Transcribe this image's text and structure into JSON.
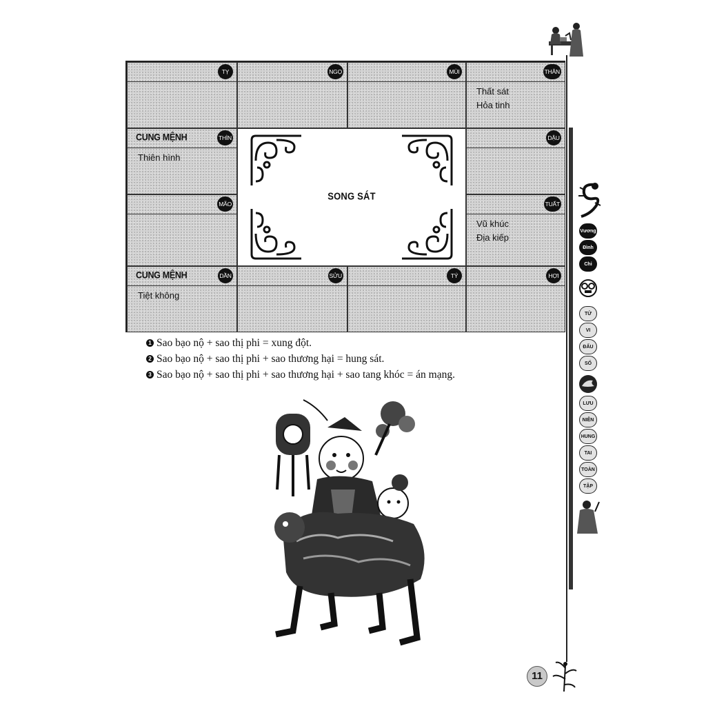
{
  "chart": {
    "center_title": "SONG SÁT",
    "palaces": [
      {
        "branch": "TỴ",
        "label": "",
        "stars": []
      },
      {
        "branch": "NGỌ",
        "label": "",
        "stars": []
      },
      {
        "branch": "MÙI",
        "label": "",
        "stars": []
      },
      {
        "branch": "THÂN",
        "label": "",
        "stars": [
          "Thất sát",
          "Hỏa tinh"
        ]
      },
      {
        "branch": "THÌN",
        "label": "CUNG MỆNH",
        "stars": [
          "Thiên hình"
        ]
      },
      {
        "branch": "DẬU",
        "label": "",
        "stars": []
      },
      {
        "branch": "MÃO",
        "label": "",
        "stars": []
      },
      {
        "branch": "TUẤT",
        "label": "",
        "stars": [
          "Vũ khúc",
          "Địa kiếp"
        ]
      },
      {
        "branch": "DẦN",
        "label": "CUNG MỆNH",
        "stars": [
          "Tiệt không"
        ]
      },
      {
        "branch": "SỬU",
        "label": "",
        "stars": []
      },
      {
        "branch": "TÝ",
        "label": "",
        "stars": []
      },
      {
        "branch": "HỢI",
        "label": "",
        "stars": []
      }
    ]
  },
  "notes": [
    {
      "number": "1",
      "text": "Sao bạo nộ + sao thị phi = xung đột."
    },
    {
      "number": "2",
      "text": "Sao bạo nộ + sao thị phi + sao thương hại = hung sát."
    },
    {
      "number": "3",
      "text": "Sao bạo nộ + sao thị phi + sao thương hại + sao tang khóc = án mạng."
    }
  ],
  "sidebar": {
    "group1": [
      "Vương",
      "Đình",
      "Chi"
    ],
    "group2": [
      "TỬ",
      "VI",
      "ĐẨU",
      "SỐ"
    ],
    "group3": [
      "LƯU",
      "NIÊN",
      "HUNG",
      "TAI",
      "TOÀN",
      "TẬP"
    ]
  },
  "page_number": "11",
  "icons": {
    "corner_ornament": "cloud-scroll-icon",
    "top_margin_art": "scholars-at-table-illustration",
    "bottom_illustration": "child-riding-qilin-woodblock",
    "side_dragon": "dragon-icon",
    "side_seal": "ornament-seal-icon",
    "side_crane": "crane-icon",
    "side_sage": "sage-figure-icon",
    "page_corner": "plant-flourish-icon"
  },
  "colors": {
    "cell_fill": "#d4d4d4",
    "badge": "#111111",
    "ink": "#111111"
  }
}
